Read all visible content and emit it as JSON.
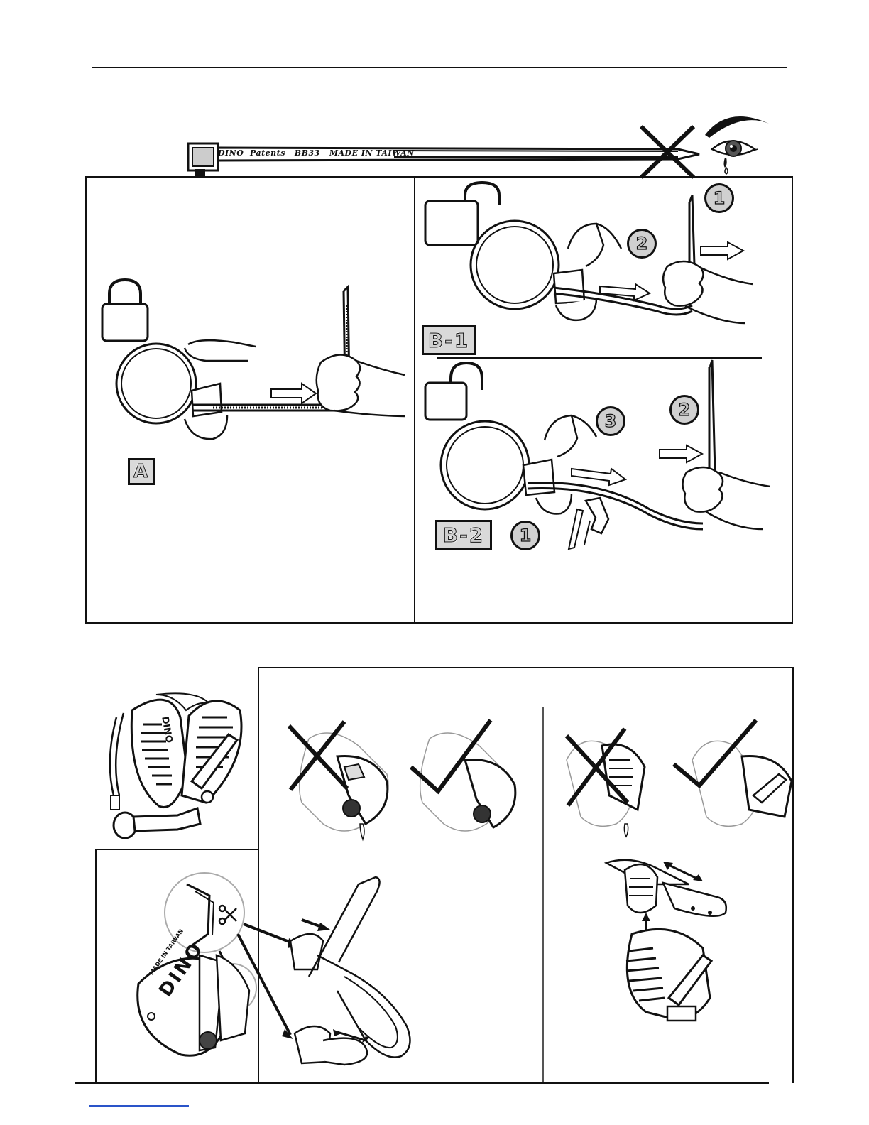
{
  "seal_strip": {
    "imprint": "DINO  Patents   BB33   MADE IN TAIWAN"
  },
  "panel_a": {
    "label": "A"
  },
  "panel_b1": {
    "label": "B-1",
    "steps": [
      "1",
      "2"
    ]
  },
  "panel_b2": {
    "label": "B-2",
    "steps": [
      "1",
      "2",
      "3"
    ]
  },
  "tool_lettering": {
    "brand": "DINO",
    "text_small": "MADE IN TAIWAN"
  },
  "icons": {
    "locked": "padlock-closed-icon",
    "unlocked": "padlock-open-icon",
    "wrong": "x-mark-icon",
    "right": "check-mark-icon",
    "eye": "eye-tear-icon",
    "scissors": "scissors-icon"
  },
  "colors": {
    "ink": "#111111",
    "label_fill": "#d9d9d9",
    "footer_link": "#2a54c9"
  }
}
